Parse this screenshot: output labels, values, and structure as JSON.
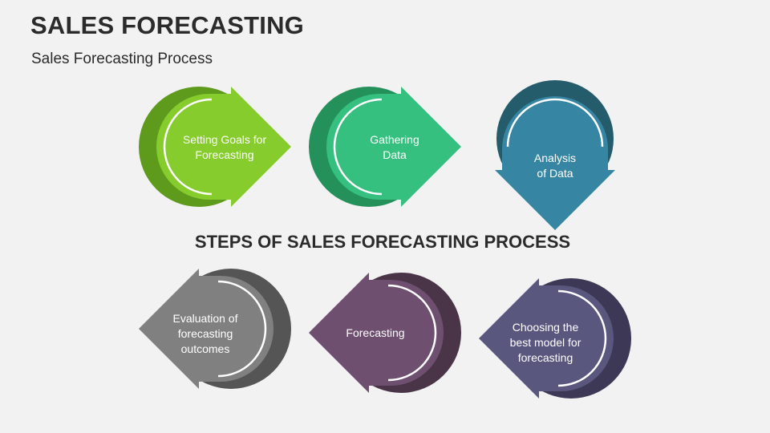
{
  "header": {
    "title": "SALES FORECASTING",
    "subtitle": "Sales Forecasting Process"
  },
  "diagram": {
    "heading": "STEPS OF SALES FORECASTING PROCESS",
    "steps": [
      {
        "label": "Setting Goals for Forecasting",
        "lines": [
          "Setting Goals for",
          "Forecasting"
        ],
        "ring_color": "#5e9b1d",
        "fill_color": "#86cc2c"
      },
      {
        "label": "Gathering Data",
        "lines": [
          "Gathering",
          "Data"
        ],
        "ring_color": "#24915b",
        "fill_color": "#35c07f"
      },
      {
        "label": "Analysis of Data",
        "lines": [
          "Analysis",
          "of Data"
        ],
        "ring_color": "#245c6c",
        "fill_color": "#3686a3"
      },
      {
        "label": "Choosing the best model for forecasting",
        "lines": [
          "Choosing the",
          "best model for",
          "forecasting"
        ],
        "ring_color": "#3c3856",
        "fill_color": "#5a577e"
      },
      {
        "label": "Forecasting",
        "lines": [
          "Forecasting"
        ],
        "ring_color": "#4a3548",
        "fill_color": "#6e4f6f"
      },
      {
        "label": "Evaluation of forecasting outcomes",
        "lines": [
          "Evaluation of",
          "forecasting",
          "outcomes"
        ],
        "ring_color": "#555555",
        "fill_color": "#808080"
      }
    ]
  }
}
